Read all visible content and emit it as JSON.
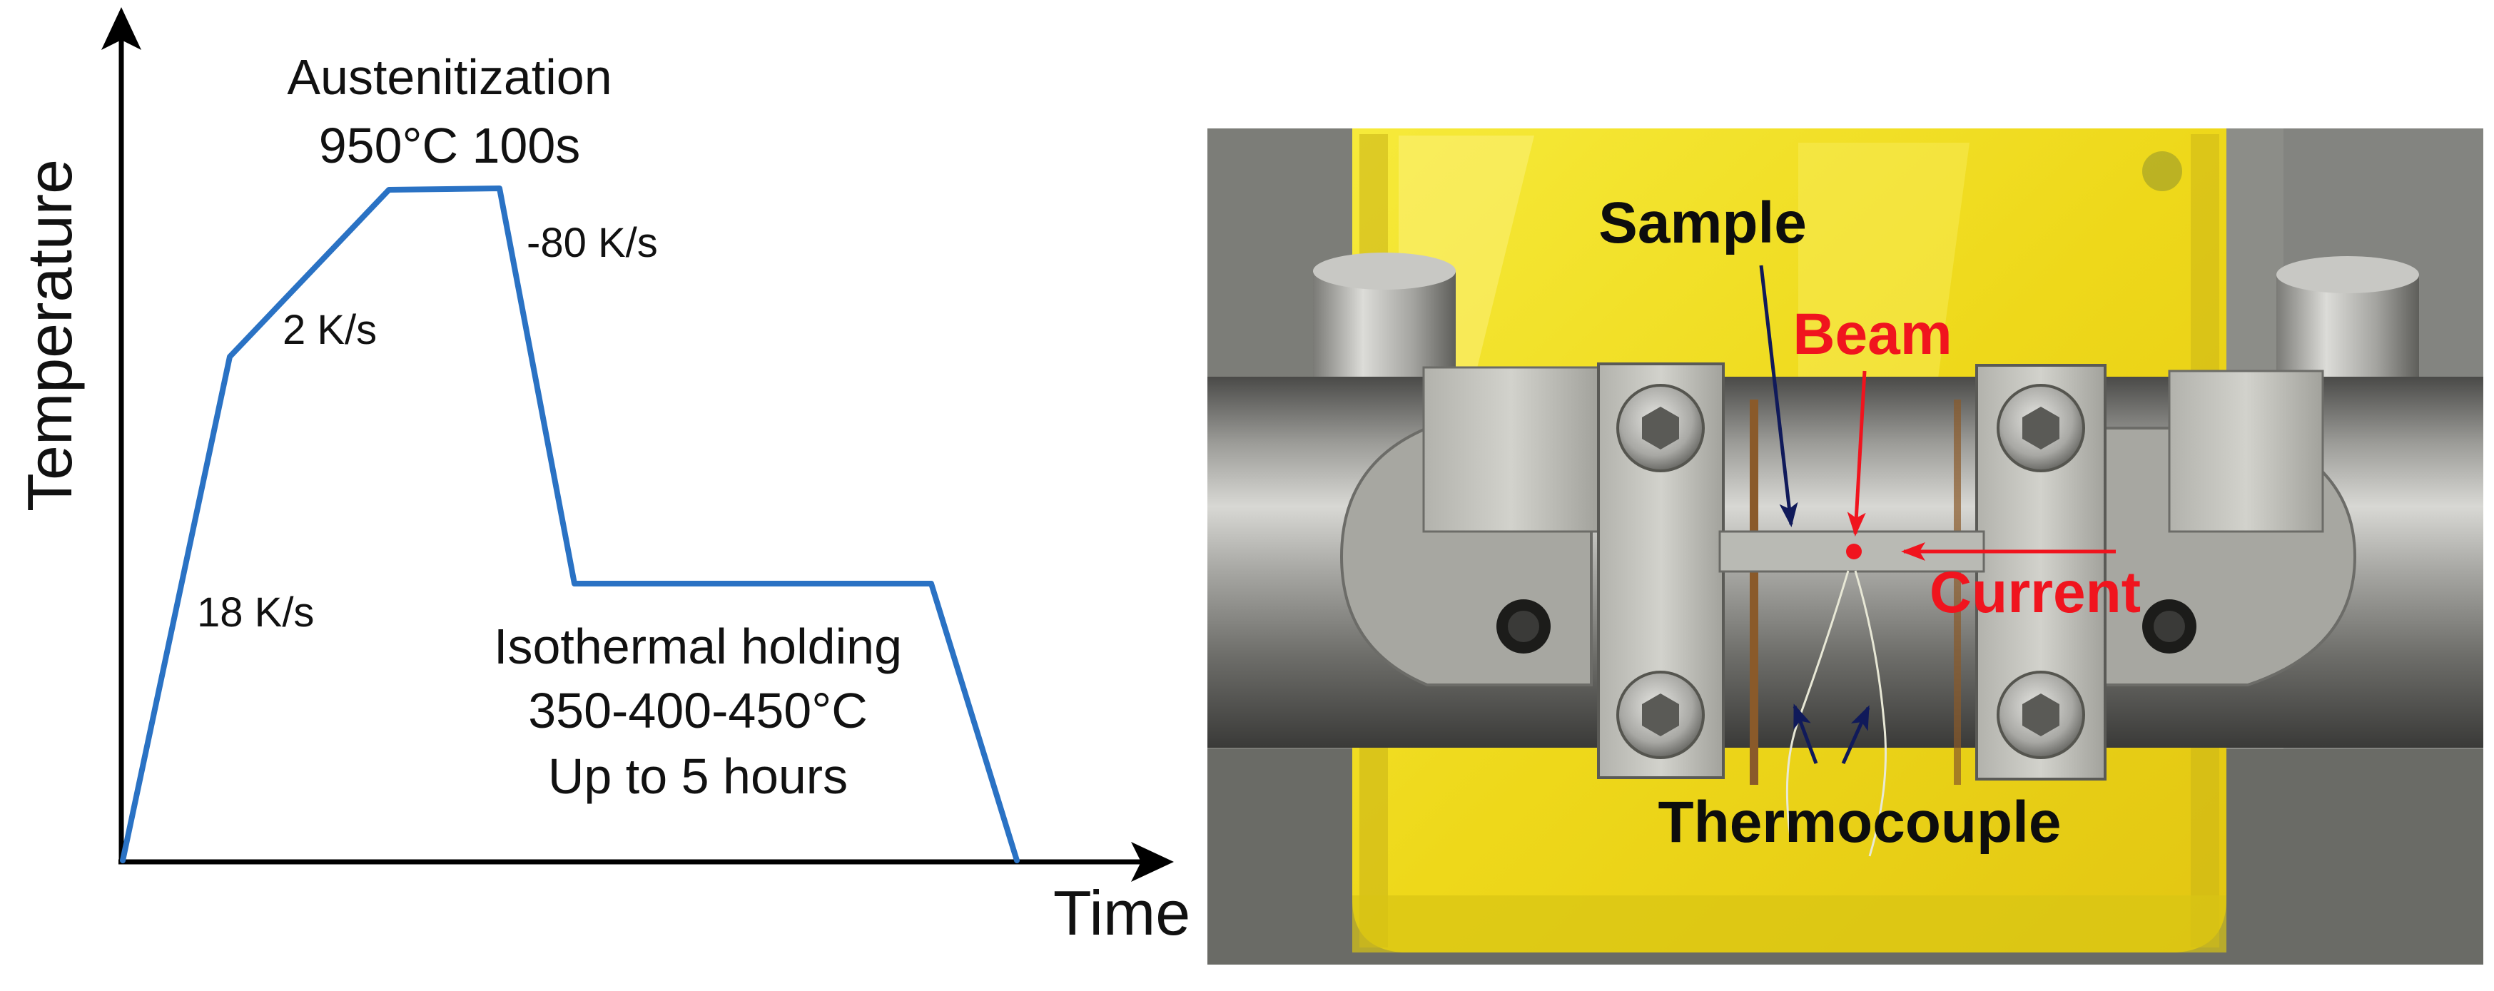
{
  "diagram": {
    "axes": {
      "y_label": "Temperature",
      "x_label": "Time"
    },
    "annotations": {
      "austenitization_line1": "Austenitization",
      "austenitization_line2": "950°C 100s",
      "rate_heating_1": "18 K/s",
      "rate_heating_2": "2 K/s",
      "rate_cooling": "-80 K/s",
      "isothermal_line1": "Isothermal holding",
      "isothermal_line2": "350-400-450°C",
      "isothermal_line3": "Up to 5 hours"
    },
    "colors": {
      "curve": "#2a72c4",
      "axes": "#000000"
    }
  },
  "photo": {
    "labels": {
      "sample": "Sample",
      "beam": "Beam",
      "current": "Current",
      "thermocouple": "Thermocouple"
    },
    "colors": {
      "label_dark": "#0d0d0d",
      "label_red": "#f0141e",
      "arrow_navy": "#101a5a",
      "shield_yellow": "#f2e21a"
    }
  }
}
